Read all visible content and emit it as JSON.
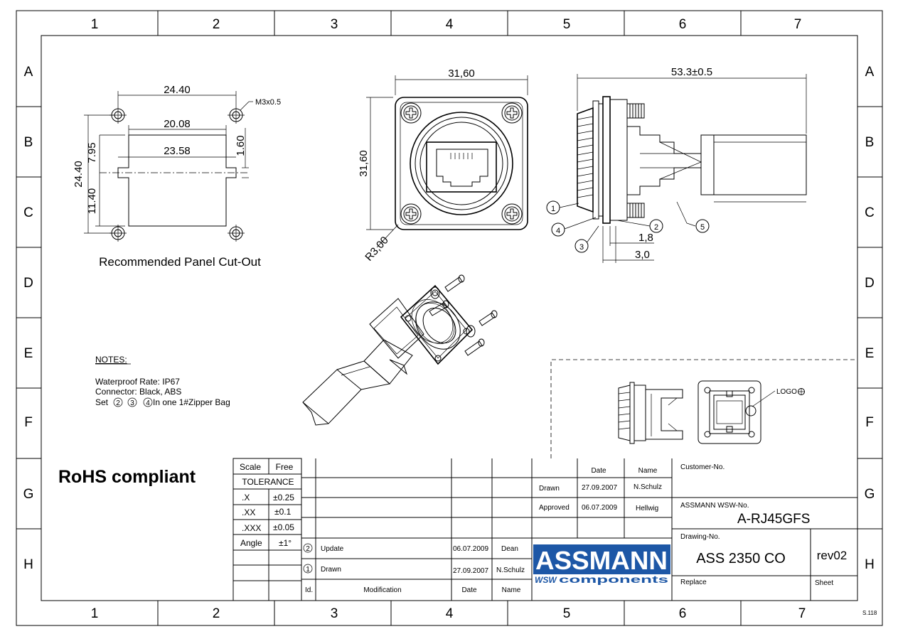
{
  "zones": {
    "columns": [
      "1",
      "2",
      "3",
      "4",
      "5",
      "6",
      "7"
    ],
    "rows": [
      "A",
      "B",
      "C",
      "D",
      "E",
      "F",
      "G",
      "H"
    ]
  },
  "cutout": {
    "title": "Recommended Panel Cut-Out",
    "dim_top": "24.40",
    "dim_inner": "20.08",
    "dim_mid": "23.58",
    "dim_right": "1.60",
    "dim_left_outer": "24.40",
    "dim_left_upper": "7.95",
    "dim_left_lower": "11.40",
    "screw_note": "M3x0.5"
  },
  "front": {
    "dim_width": "31,60",
    "dim_height": "31,60",
    "dim_radius": "R3,00"
  },
  "side": {
    "dim_length": "53.3±0.5",
    "dim_a": "1,8",
    "dim_b": "3,0",
    "callouts": [
      "1",
      "2",
      "3",
      "4",
      "5"
    ]
  },
  "notes": {
    "heading": "NOTES:",
    "line1": "Waterproof Rate: IP67",
    "line2": "Connector: Black, ABS",
    "line3_prefix": "Set",
    "line3_marks": [
      "2",
      "3",
      "4"
    ],
    "line3_suffix": "In one 1#Zipper Bag"
  },
  "detail": {
    "logo_label": "LOGO"
  },
  "rohs": "RoHS compliant",
  "tolerance": {
    "scale_label": "Scale",
    "scale_value": "Free",
    "header": "TOLERANCE",
    "rows": [
      {
        "label": ".X",
        "value": "±0.25"
      },
      {
        "label": ".XX",
        "value": "±0.1"
      },
      {
        "label": ".XXX",
        "value": "±0.05"
      },
      {
        "label": "Angle",
        "value": "±1°"
      }
    ]
  },
  "revisions": {
    "rows": [
      {
        "id": "2",
        "modification": "Update",
        "date": "06.07.2009",
        "name": "Dean"
      },
      {
        "id": "1",
        "modification": "Drawn",
        "date": "27.09.2007",
        "name": "N.Schulz"
      }
    ],
    "header_id": "Id.",
    "header_mod": "Modification",
    "header_date": "Date",
    "header_name": "Name"
  },
  "approval": {
    "date_header": "Date",
    "name_header": "Name",
    "drawn_label": "Drawn",
    "drawn_date": "27.09.2007",
    "drawn_name": "N.Schulz",
    "approved_label": "Approved",
    "approved_date": "06.07.2009",
    "approved_name": "Hellwig"
  },
  "title_block": {
    "customer_no_label": "Customer-No.",
    "wsw_no_label": "ASSMANN WSW-No.",
    "wsw_no": "A-RJ45GFS",
    "drawing_no_label": "Drawing-No.",
    "drawing_no": "ASS 2350 CO",
    "revision": "rev02",
    "replace_label": "Replace",
    "sheet_label": "Sheet",
    "logo_main": "ASSMANN",
    "logo_sub_wsw": "WSW",
    "logo_sub": "components",
    "form_code": "S.118"
  },
  "colors": {
    "logo_blue": "#1d57a6"
  }
}
